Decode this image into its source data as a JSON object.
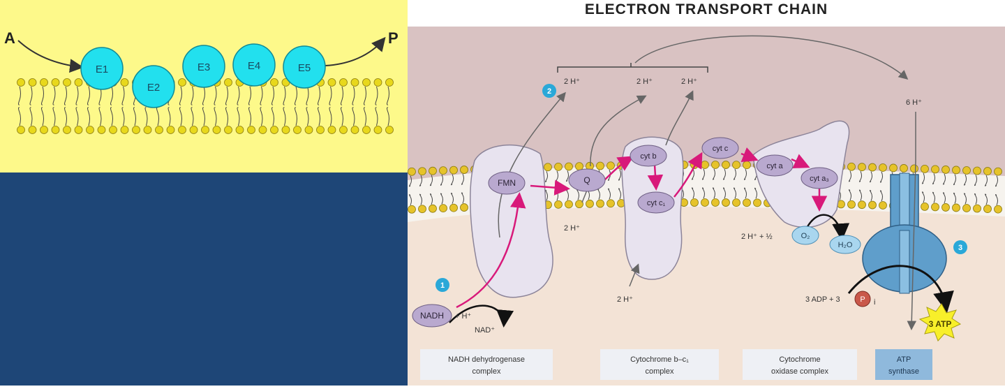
{
  "left": {
    "label_substrate": "A",
    "label_product": "P",
    "enzymes": [
      "E1",
      "E2",
      "E3",
      "E4",
      "E5"
    ],
    "colors": {
      "top_bg": "#fdf98a",
      "bottom_bg": "#1e4677",
      "enzyme": "#22e0ee",
      "lipid": "#e8d81c"
    }
  },
  "right": {
    "title": "ELECTRON TRANSPORT CHAIN",
    "proton_labels": {
      "h1": "2 H⁺",
      "h2": "2 H⁺",
      "h3": "2 H⁺",
      "h_total": "6 H⁺",
      "h_q_in": "2 H⁺",
      "h_cyt_in": "2 H⁺"
    },
    "carriers": {
      "fmn": "FMN",
      "q": "Q",
      "cyt_b": "cyt b",
      "cyt_c1": "cyt c₁",
      "cyt_c": "cyt c",
      "cyt_a": "cyt a",
      "cyt_a3": "cyt a₃"
    },
    "nadh": "NADH",
    "nadh_h": "+ H⁺",
    "nad": "NAD⁺",
    "oxygen_eq": "2 H⁺ + ½",
    "o2": "O₂",
    "h2o": "H₂O",
    "adp_eq": "3 ADP + 3",
    "pi": "P",
    "pi_sub": "i",
    "atp": "3 ATP",
    "step_badges": [
      "2",
      "1",
      "3"
    ],
    "complex_labels": {
      "nadh_dh_1": "NADH dehydrogenase",
      "nadh_dh_2": "complex",
      "cyt_bc_1": "Cytochrome b–c₁",
      "cyt_bc_2": "complex",
      "cyt_ox_1": "Cytochrome",
      "cyt_ox_2": "oxidase complex",
      "atp_syn_1": "ATP",
      "atp_syn_2": "synthase"
    },
    "colors": {
      "intermembrane": "#d9c2c2",
      "matrix": "#f3e3d6",
      "protein": "#e8e3ef",
      "carrier": "#b9a9cf",
      "arrow": "#d8197a",
      "badge": "#2aa8d8",
      "synthase": "#5f9ecb",
      "atp_star": "#f8ef2a"
    }
  }
}
